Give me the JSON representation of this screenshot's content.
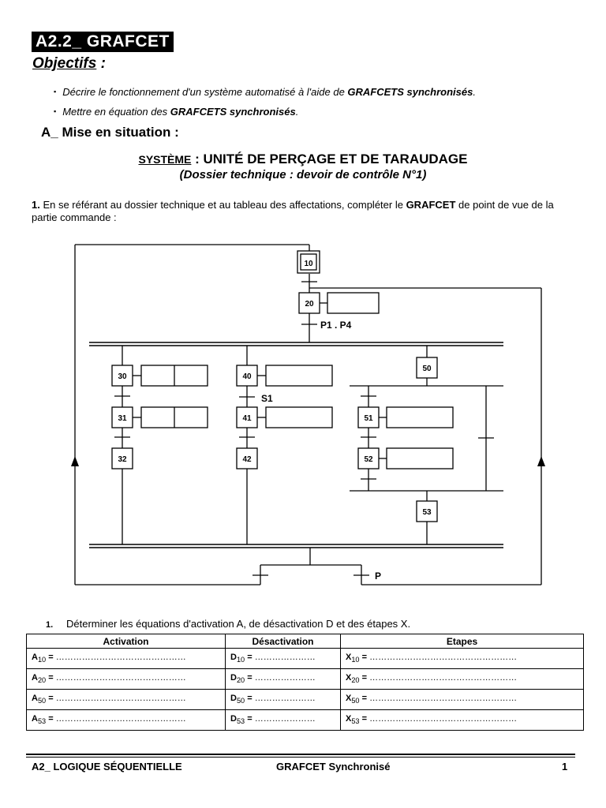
{
  "header": {
    "title": "A2.2_ GRAFCET",
    "objectifs_label": "Objectifs",
    "objectifs_colon": " :",
    "objectives": [
      {
        "bullet": "▪",
        "pre": "Décrire le fonctionnement d'un système automatisé à l'aide de ",
        "bold": "GRAFCETS synchronisés",
        "post": "."
      },
      {
        "bullet": "▪",
        "pre": "Mettre en équation des ",
        "bold": "GRAFCETS synchronisés",
        "post": "."
      }
    ]
  },
  "section": {
    "heading": "A_ Mise en situation :",
    "system_label": "SYSTÈME",
    "system_sep": " : ",
    "system_name": "UNITÉ DE PERÇAGE ET DE TARAUDAGE",
    "dossier": "(Dossier technique : devoir de contrôle N°1)",
    "q1_num": "1.",
    "q1_pre": " En se référant au dossier technique et au tableau des affectations, compléter le ",
    "q1_bold": "GRAFCET",
    "q1_post": " de point de vue de la partie commande :"
  },
  "grafcet": {
    "steps": {
      "s10": "10",
      "s20": "20",
      "s30": "30",
      "s31": "31",
      "s32": "32",
      "s40": "40",
      "s41": "41",
      "s42": "42",
      "s50": "50",
      "s51": "51",
      "s52": "52",
      "s53": "53"
    },
    "conditions": {
      "t20": "P1 . P4",
      "t40": "S1",
      "tp": "P"
    }
  },
  "question2": {
    "num": "1.",
    "text": "Déterminer les équations d'activation A, de désactivation D et des étapes X."
  },
  "table": {
    "headers": [
      "Activation",
      "Désactivation",
      "Etapes"
    ],
    "rows": [
      {
        "a": "A",
        "d": "D",
        "x": "X",
        "sub": "10",
        "eq": " =",
        "a_dots": "………………………………………",
        "d_dots": "…………………",
        "x_dots": "……………………………………………"
      },
      {
        "a": "A",
        "d": "D",
        "x": "X",
        "sub": "20",
        "eq": " =",
        "a_dots": "………………………………………",
        "d_dots": "…………………",
        "x_dots": "……………………………………………"
      },
      {
        "a": "A",
        "d": "D",
        "x": "X",
        "sub": "50",
        "eq": " =",
        "a_dots": "………………………………………",
        "d_dots": "…………………",
        "x_dots": "……………………………………………"
      },
      {
        "a": "A",
        "d": "D",
        "x": "X",
        "sub": "53",
        "eq": " =",
        "a_dots": "………………………………………",
        "d_dots": "…………………",
        "x_dots": "……………………………………………"
      }
    ]
  },
  "footer": {
    "left": "A2_ LOGIQUE  SÉQUENTIELLE",
    "center": "GRAFCET Synchronisé",
    "page": "1"
  }
}
